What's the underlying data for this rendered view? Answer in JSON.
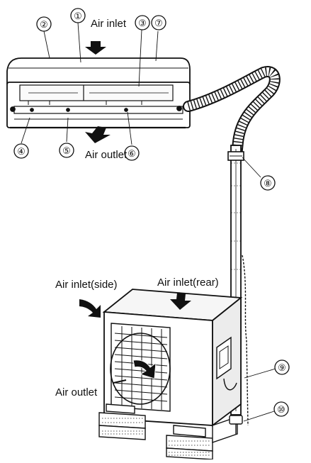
{
  "labels": {
    "air_inlet_top": "Air inlet",
    "air_outlet_indoor": "Air outlet",
    "air_inlet_side": "Air inlet(side)",
    "air_inlet_rear": "Air inlet(rear)",
    "air_outlet_outdoor": "Air outlet"
  },
  "callouts": {
    "n1": "①",
    "n2": "②",
    "n3": "③",
    "n4": "④",
    "n5": "⑤",
    "n6": "⑥",
    "n7": "⑦",
    "n8": "⑧",
    "n9": "⑨",
    "n10": "⑩"
  },
  "colors": {
    "ink": "#111111",
    "paper": "#ffffff",
    "shade": "#d9d9d9"
  },
  "icons": {
    "airflow_arrow": "down-arrow-icon"
  }
}
